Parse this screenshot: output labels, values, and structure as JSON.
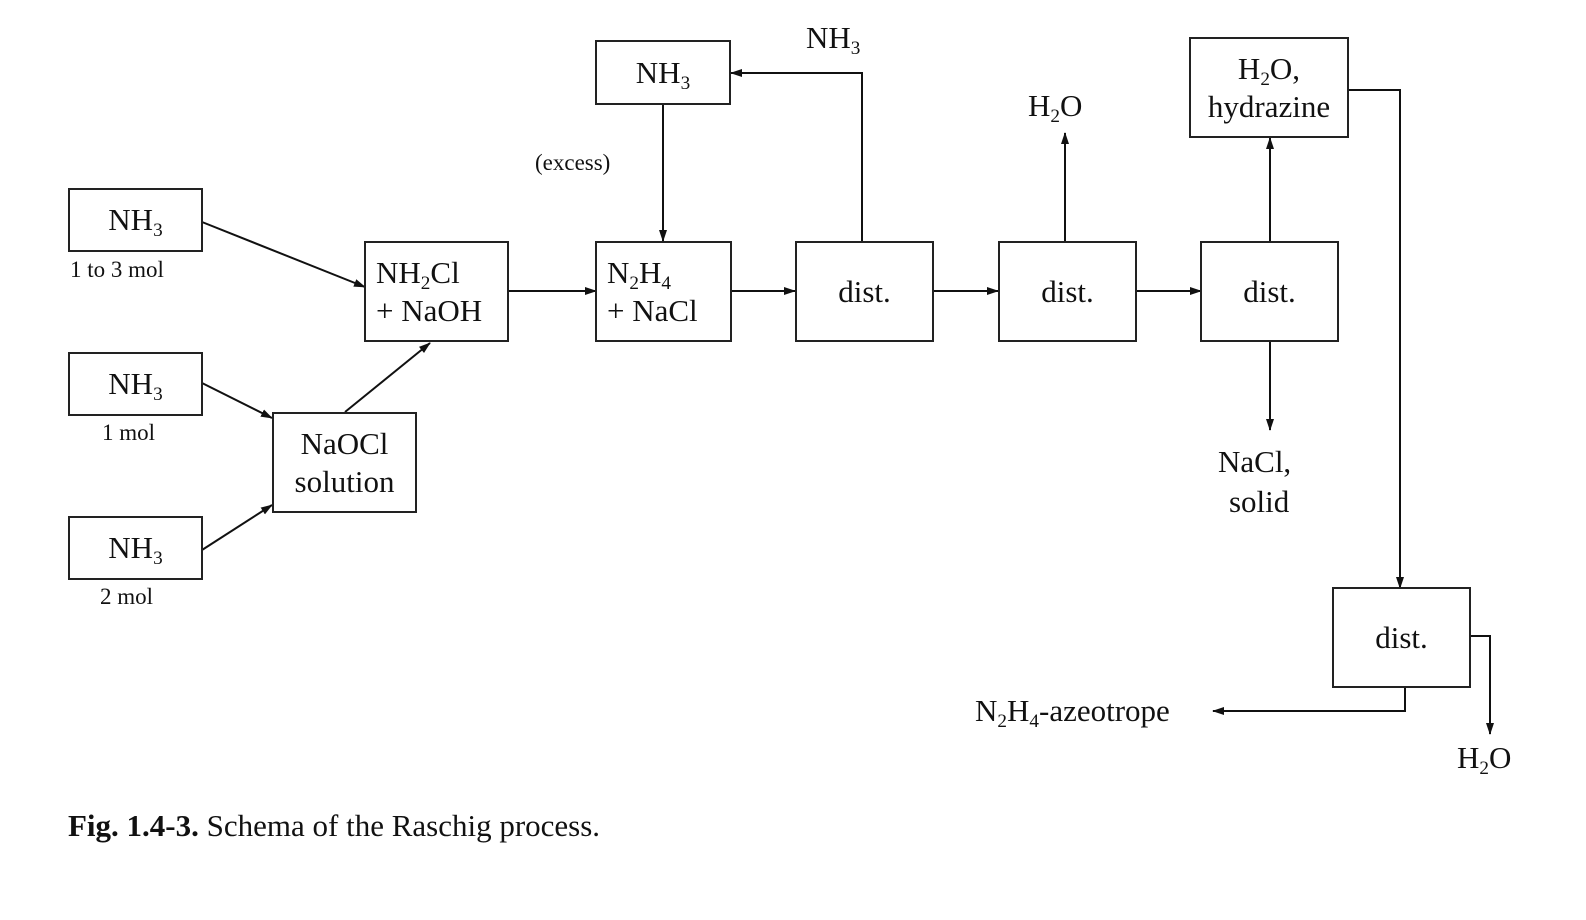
{
  "labels": {
    "nh3": "NH",
    "sub3": "3",
    "sub2": "2",
    "sub4": "4",
    "nh2cl_a": "NH",
    "nh2cl_b": "Cl",
    "naoh": "+ NaOH",
    "naocl": "NaOCl",
    "solution": "solution",
    "n": "N",
    "h": "H",
    "nacl_plus": "+ NaCl",
    "dist": "dist.",
    "water_h": "H",
    "water_o": "O",
    "water_o_comma": "O,",
    "hydrazine": "hydrazine",
    "nacl": "NaCl,",
    "solid": "solid",
    "excess": "(excess)",
    "mol_1to3": "1 to 3 mol",
    "mol_1": "1 mol",
    "mol_2": "2 mol",
    "azeotrope": "-azeotrope"
  },
  "caption": {
    "bold": "Fig. 1.4-3.",
    "text": " Schema of the Raschig process."
  }
}
